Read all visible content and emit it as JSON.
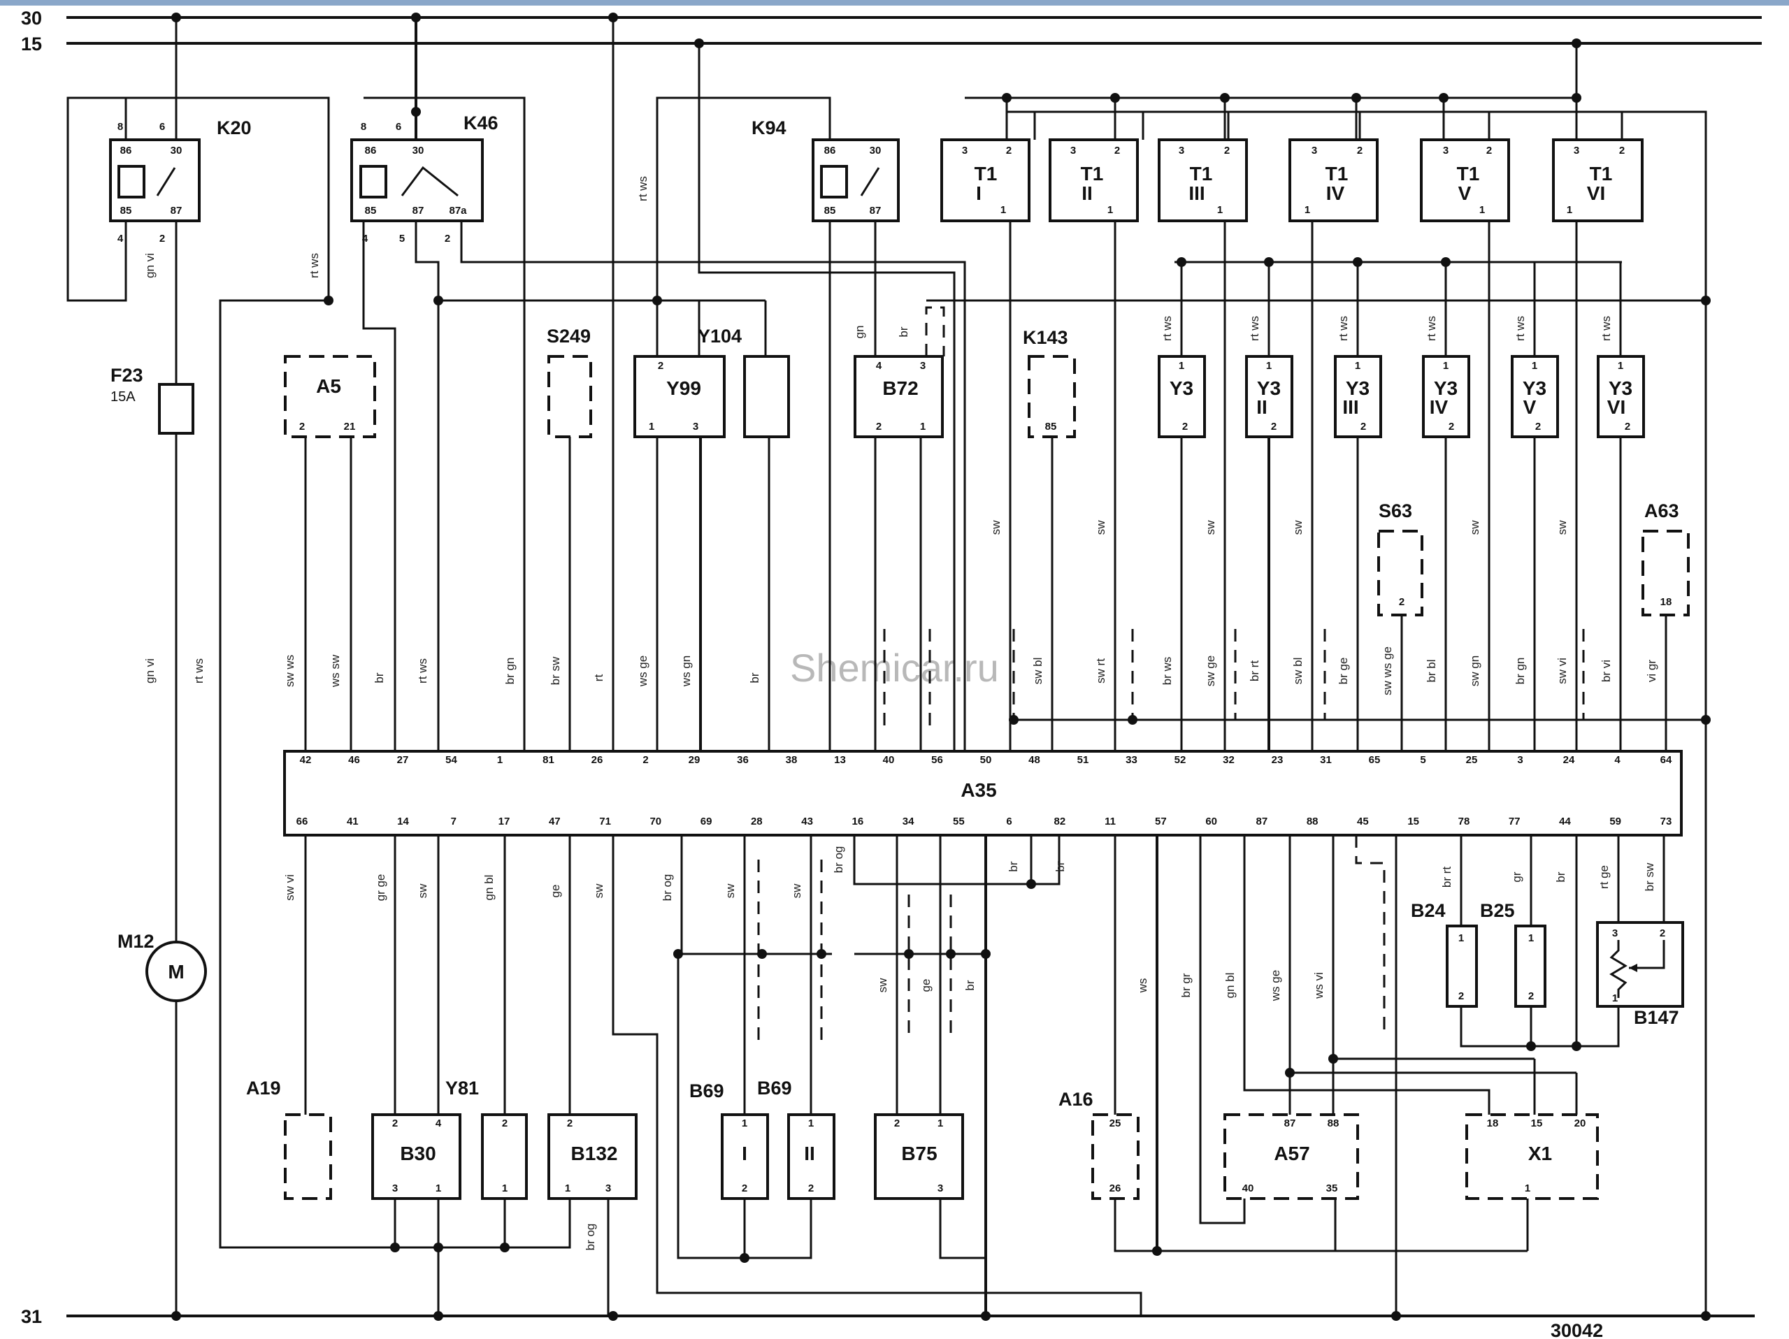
{
  "rails": {
    "r30": "30",
    "r15": "15",
    "r31": "31"
  },
  "watermark": "Shemicar.ru",
  "drawing_number": "30042",
  "relays": [
    {
      "id": "K20",
      "pins": [
        "86",
        "30",
        "85",
        "87"
      ],
      "outer": [
        "8",
        "6",
        "4",
        "2"
      ]
    },
    {
      "id": "K46",
      "pins": [
        "86",
        "30",
        "85",
        "87",
        "87a"
      ],
      "outer": [
        "8",
        "6",
        "4",
        "5",
        "2"
      ]
    },
    {
      "id": "K94",
      "pins": [
        "86",
        "30",
        "85",
        "87"
      ]
    }
  ],
  "fuse": {
    "id": "F23",
    "rating": "15A"
  },
  "motor": {
    "id": "M12",
    "symbol": "M"
  },
  "coils": [
    {
      "line1": "T1",
      "line2": "I"
    },
    {
      "line1": "T1",
      "line2": "II"
    },
    {
      "line1": "T1",
      "line2": "III"
    },
    {
      "line1": "T1",
      "line2": "IV"
    },
    {
      "line1": "T1",
      "line2": "V"
    },
    {
      "line1": "T1",
      "line2": "VI"
    }
  ],
  "coil_pins": [
    "3",
    "2",
    "1"
  ],
  "injectors": [
    {
      "line1": "Y3",
      "line2": "I"
    },
    {
      "line1": "Y3",
      "line2": "II"
    },
    {
      "line1": "Y3",
      "line2": "III"
    },
    {
      "line1": "Y3",
      "line2": "IV"
    },
    {
      "line1": "Y3",
      "line2": "V"
    },
    {
      "line1": "Y3",
      "line2": "VI"
    }
  ],
  "injector_pins": [
    "1",
    "2"
  ],
  "components_upper": {
    "A5": {
      "label": "A5",
      "pins": [
        "2",
        "21"
      ]
    },
    "S249": {
      "label": "S249"
    },
    "Y99": {
      "label": "Y99",
      "pins": [
        "2",
        "1",
        "3"
      ]
    },
    "Y104": {
      "label": "Y104"
    },
    "B72": {
      "label": "B72",
      "pins": [
        "4",
        "3",
        "2",
        "1"
      ]
    },
    "K143": {
      "label": "K143",
      "pins": [
        "85"
      ]
    },
    "S63": {
      "label": "S63",
      "pins": [
        "2"
      ]
    },
    "A63": {
      "label": "A63",
      "pins": [
        "18"
      ]
    }
  },
  "ecu": {
    "label": "A35",
    "top_pins": [
      "42",
      "46",
      "27",
      "54",
      "1",
      "81",
      "26",
      "2",
      "29",
      "36",
      "38",
      "13",
      "40",
      "56",
      "50",
      "48",
      "51",
      "33",
      "52",
      "32",
      "23",
      "31",
      "65",
      "5",
      "25",
      "3",
      "24",
      "4",
      "64"
    ],
    "bottom_pins": [
      "66",
      "41",
      "14",
      "7",
      "17",
      "47",
      "71",
      "70",
      "69",
      "28",
      "43",
      "16",
      "34",
      "55",
      "6",
      "82",
      "11",
      "57",
      "60",
      "87",
      "88",
      "45",
      "15",
      "78",
      "77",
      "44",
      "59",
      "73"
    ]
  },
  "components_lower": {
    "A19": {
      "label": "A19"
    },
    "B30": {
      "label": "B30",
      "pins": [
        "2",
        "4",
        "3",
        "1"
      ]
    },
    "Y81": {
      "label": "Y81",
      "pins": [
        "2",
        "1"
      ]
    },
    "B132": {
      "label": "B132",
      "pins": [
        "2",
        "1",
        "3"
      ]
    },
    "B69a": {
      "label": "B69",
      "inner": "I",
      "pins": [
        "1",
        "2"
      ]
    },
    "B69b": {
      "label": "B69",
      "inner": "II",
      "pins": [
        "1",
        "2"
      ]
    },
    "B75": {
      "label": "B75",
      "pins": [
        "2",
        "1",
        "3"
      ]
    },
    "A16": {
      "label": "A16",
      "pins": [
        "25",
        "26"
      ]
    },
    "A57": {
      "label": "A57",
      "pins": [
        "87",
        "88",
        "40",
        "35"
      ]
    },
    "X1": {
      "label": "X1",
      "pins": [
        "18",
        "15",
        "20",
        "1"
      ]
    },
    "B24": {
      "label": "B24",
      "pins": [
        "1",
        "2"
      ]
    },
    "B25": {
      "label": "B25",
      "pins": [
        "1",
        "2"
      ]
    },
    "B147": {
      "label": "B147",
      "pins": [
        "3",
        "2",
        "1"
      ]
    }
  },
  "wire_labels": {
    "gnvi": "gn vi",
    "rtws": "rt ws",
    "swws": "sw ws",
    "wssw": "ws sw",
    "br": "br",
    "brgn": "br gn",
    "brsw": "br sw",
    "rt": "rt",
    "wsge": "ws ge",
    "wsgn": "ws gn",
    "sw": "sw",
    "swbl": "sw bl",
    "swrt": "sw rt",
    "brws": "br ws",
    "swge": "sw ge",
    "brrt": "br rt",
    "brge": "br ge",
    "swwsge": "sw ws ge",
    "brbl": "br bl",
    "swgn": "sw gn",
    "brgn2": "br gn",
    "swvi": "sw vi",
    "brvi": "br vi",
    "vigr": "vi gr",
    "gn": "gn",
    "swvi2": "sw vi",
    "grge": "gr ge",
    "gnbl": "gn bl",
    "ge": "ge",
    "brog": "br og",
    "ws": "ws",
    "brgr": "br gr",
    "wsvi": "ws vi",
    "gr": "gr",
    "rtge": "rt ge",
    "brsw2": "br sw",
    "gnbl2": "gn bl"
  }
}
